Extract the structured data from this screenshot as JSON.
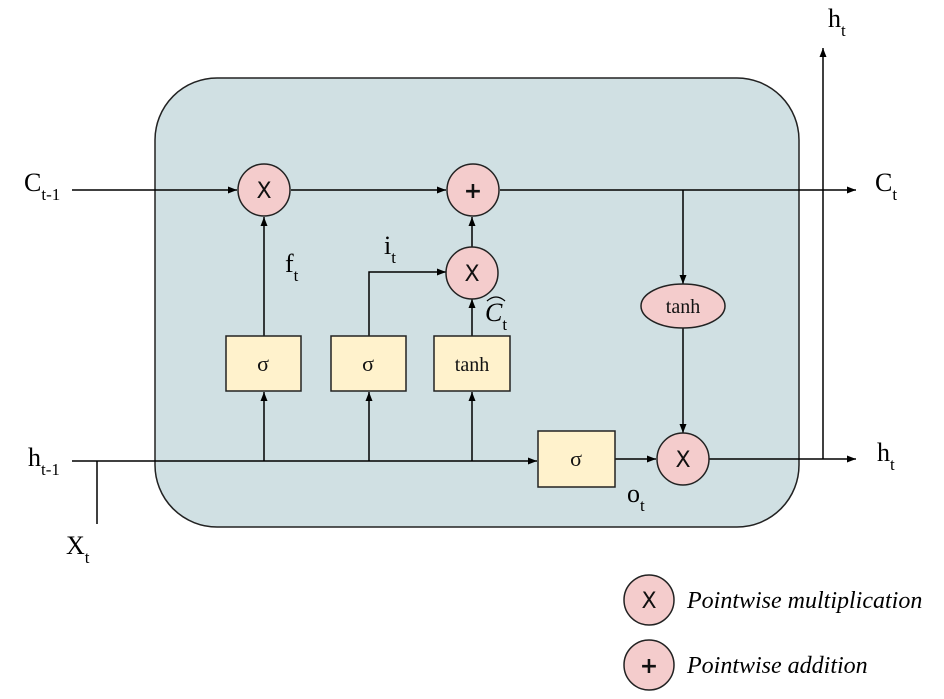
{
  "inputs": {
    "c_prev": {
      "main": "C",
      "sub": "t-1"
    },
    "h_prev": {
      "main": "h",
      "sub": "t-1"
    },
    "x_t": {
      "main": "X",
      "sub": "t"
    }
  },
  "outputs": {
    "h_top": {
      "main": "h",
      "sub": "t"
    },
    "c_t": {
      "main": "C",
      "sub": "t"
    },
    "h_right": {
      "main": "h",
      "sub": "t"
    }
  },
  "gate_labels": {
    "f": {
      "main": "f",
      "sub": "t"
    },
    "i": {
      "main": "i",
      "sub": "t"
    },
    "c_tilde": {
      "main": "C",
      "sub": "t"
    },
    "o": {
      "main": "o",
      "sub": "t"
    }
  },
  "gates": {
    "forget_sigma": "σ",
    "input_sigma": "σ",
    "candidate_tanh": "tanh",
    "output_sigma": "σ",
    "cell_tanh": "tanh"
  },
  "ops": {
    "mult_forget": "X",
    "add_cell": "+",
    "mult_input": "X",
    "mult_output": "X"
  },
  "legend": {
    "mult_symbol": "X",
    "mult_label": "Pointwise multiplication",
    "add_symbol": "+",
    "add_label": "Pointwise addition"
  },
  "colors": {
    "cell_fill": "#d0e0e3",
    "op_fill": "#f4cccc",
    "gate_fill": "#fff2cc"
  }
}
